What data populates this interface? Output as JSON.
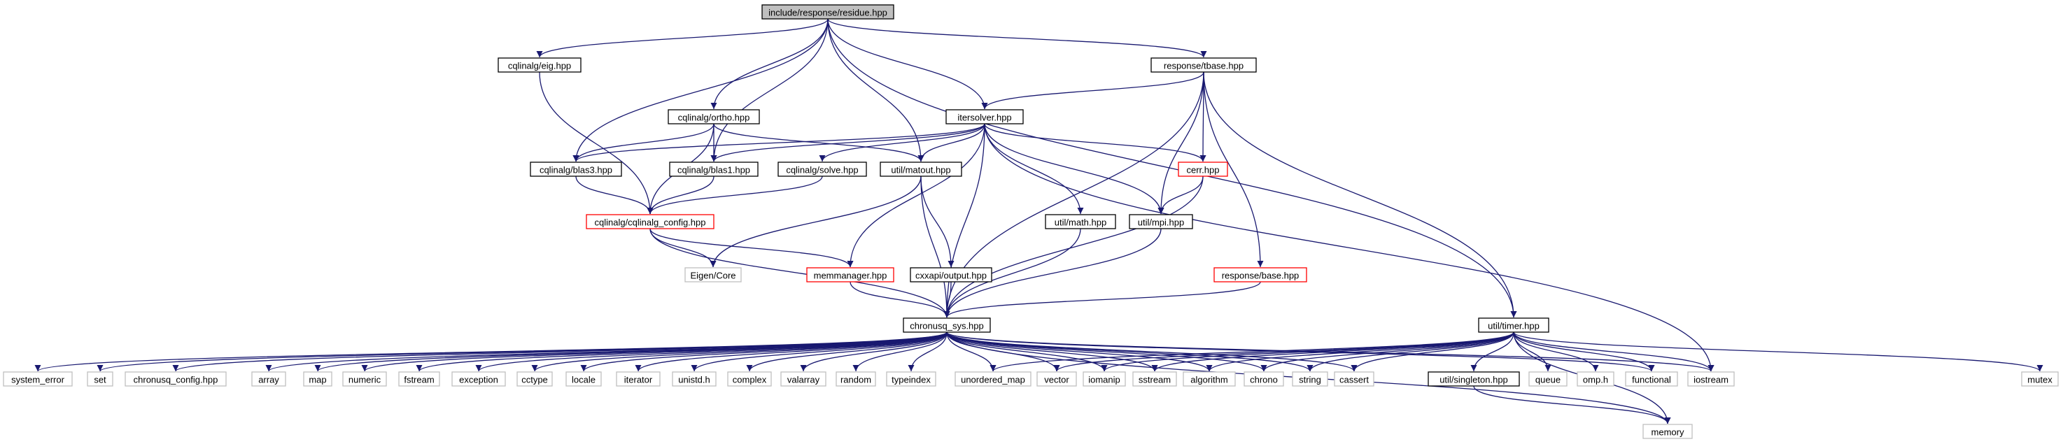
{
  "colors": {
    "edge": "#191970",
    "border_default": "#000000",
    "border_truncated": "#ff0000",
    "border_external": "#bfbfbf",
    "fill_root": "#bfbfbf",
    "fill_default": "#ffffff"
  },
  "nodes": [
    {
      "id": "residue",
      "label": "include/response/residue.hpp",
      "kind": "root"
    },
    {
      "id": "eig",
      "label": "cqlinalg/eig.hpp",
      "kind": "normal"
    },
    {
      "id": "tbase",
      "label": "response/tbase.hpp",
      "kind": "normal"
    },
    {
      "id": "ortho",
      "label": "cqlinalg/ortho.hpp",
      "kind": "normal"
    },
    {
      "id": "itersolver",
      "label": "itersolver.hpp",
      "kind": "normal"
    },
    {
      "id": "blas3",
      "label": "cqlinalg/blas3.hpp",
      "kind": "normal"
    },
    {
      "id": "blas1",
      "label": "cqlinalg/blas1.hpp",
      "kind": "normal"
    },
    {
      "id": "solve",
      "label": "cqlinalg/solve.hpp",
      "kind": "normal"
    },
    {
      "id": "matout",
      "label": "util/matout.hpp",
      "kind": "normal"
    },
    {
      "id": "cerr",
      "label": "cerr.hpp",
      "kind": "truncated"
    },
    {
      "id": "cqconfig",
      "label": "cqlinalg/cqlinalg_config.hpp",
      "kind": "truncated"
    },
    {
      "id": "utilmath",
      "label": "util/math.hpp",
      "kind": "normal"
    },
    {
      "id": "utilmpi",
      "label": "util/mpi.hpp",
      "kind": "normal"
    },
    {
      "id": "eigencore",
      "label": "Eigen/Core",
      "kind": "external"
    },
    {
      "id": "memmanager",
      "label": "memmanager.hpp",
      "kind": "truncated"
    },
    {
      "id": "cxxapi",
      "label": "cxxapi/output.hpp",
      "kind": "normal"
    },
    {
      "id": "respbase",
      "label": "response/base.hpp",
      "kind": "truncated"
    },
    {
      "id": "chronusq",
      "label": "chronusq_sys.hpp",
      "kind": "normal"
    },
    {
      "id": "timer",
      "label": "util/timer.hpp",
      "kind": "normal"
    },
    {
      "id": "system_error",
      "label": "system_error",
      "kind": "external"
    },
    {
      "id": "set",
      "label": "set",
      "kind": "external"
    },
    {
      "id": "cqcfg",
      "label": "chronusq_config.hpp",
      "kind": "external"
    },
    {
      "id": "array",
      "label": "array",
      "kind": "external"
    },
    {
      "id": "map",
      "label": "map",
      "kind": "external"
    },
    {
      "id": "numeric",
      "label": "numeric",
      "kind": "external"
    },
    {
      "id": "fstream",
      "label": "fstream",
      "kind": "external"
    },
    {
      "id": "exception",
      "label": "exception",
      "kind": "external"
    },
    {
      "id": "cctype",
      "label": "cctype",
      "kind": "external"
    },
    {
      "id": "locale",
      "label": "locale",
      "kind": "external"
    },
    {
      "id": "iterator",
      "label": "iterator",
      "kind": "external"
    },
    {
      "id": "unistd",
      "label": "unistd.h",
      "kind": "external"
    },
    {
      "id": "complex",
      "label": "complex",
      "kind": "external"
    },
    {
      "id": "valarray",
      "label": "valarray",
      "kind": "external"
    },
    {
      "id": "random",
      "label": "random",
      "kind": "external"
    },
    {
      "id": "typeindex",
      "label": "typeindex",
      "kind": "external"
    },
    {
      "id": "unordered_map",
      "label": "unordered_map",
      "kind": "external"
    },
    {
      "id": "vector",
      "label": "vector",
      "kind": "external"
    },
    {
      "id": "iomanip",
      "label": "iomanip",
      "kind": "external"
    },
    {
      "id": "sstream",
      "label": "sstream",
      "kind": "external"
    },
    {
      "id": "algorithm",
      "label": "algorithm",
      "kind": "external"
    },
    {
      "id": "chrono",
      "label": "chrono",
      "kind": "external"
    },
    {
      "id": "string",
      "label": "string",
      "kind": "external"
    },
    {
      "id": "cassert",
      "label": "cassert",
      "kind": "external"
    },
    {
      "id": "singleton",
      "label": "util/singleton.hpp",
      "kind": "normal"
    },
    {
      "id": "queue",
      "label": "queue",
      "kind": "external"
    },
    {
      "id": "omp",
      "label": "omp.h",
      "kind": "external"
    },
    {
      "id": "functional",
      "label": "functional",
      "kind": "external"
    },
    {
      "id": "iostream",
      "label": "iostream",
      "kind": "external"
    },
    {
      "id": "mutex",
      "label": "mutex",
      "kind": "external"
    },
    {
      "id": "memory",
      "label": "memory",
      "kind": "external"
    }
  ],
  "edges": [
    [
      "residue",
      "eig"
    ],
    [
      "residue",
      "tbase"
    ],
    [
      "residue",
      "blas3"
    ],
    [
      "residue",
      "ortho"
    ],
    [
      "residue",
      "blas1"
    ],
    [
      "residue",
      "matout"
    ],
    [
      "residue",
      "itersolver"
    ],
    [
      "residue",
      "timer"
    ],
    [
      "eig",
      "cqconfig"
    ],
    [
      "tbase",
      "itersolver"
    ],
    [
      "tbase",
      "cerr"
    ],
    [
      "tbase",
      "utilmpi"
    ],
    [
      "tbase",
      "respbase"
    ],
    [
      "tbase",
      "chronusq"
    ],
    [
      "tbase",
      "timer"
    ],
    [
      "ortho",
      "blas3"
    ],
    [
      "ortho",
      "blas1"
    ],
    [
      "ortho",
      "matout"
    ],
    [
      "ortho",
      "cqconfig"
    ],
    [
      "itersolver",
      "blas3"
    ],
    [
      "itersolver",
      "blas1"
    ],
    [
      "itersolver",
      "solve"
    ],
    [
      "itersolver",
      "matout"
    ],
    [
      "itersolver",
      "cerr"
    ],
    [
      "itersolver",
      "utilmath"
    ],
    [
      "itersolver",
      "utilmpi"
    ],
    [
      "itersolver",
      "memmanager"
    ],
    [
      "itersolver",
      "chronusq"
    ],
    [
      "itersolver",
      "iostream"
    ],
    [
      "blas3",
      "cqconfig"
    ],
    [
      "blas1",
      "cqconfig"
    ],
    [
      "solve",
      "cqconfig"
    ],
    [
      "matout",
      "eigencore"
    ],
    [
      "matout",
      "cxxapi"
    ],
    [
      "matout",
      "chronusq"
    ],
    [
      "cerr",
      "utilmpi"
    ],
    [
      "cerr",
      "chronusq"
    ],
    [
      "cqconfig",
      "eigencore"
    ],
    [
      "cqconfig",
      "memmanager"
    ],
    [
      "cqconfig",
      "chronusq"
    ],
    [
      "utilmath",
      "chronusq"
    ],
    [
      "utilmpi",
      "chronusq"
    ],
    [
      "memmanager",
      "chronusq"
    ],
    [
      "cxxapi",
      "chronusq"
    ],
    [
      "respbase",
      "chronusq"
    ],
    [
      "chronusq",
      "system_error"
    ],
    [
      "chronusq",
      "set"
    ],
    [
      "chronusq",
      "cqcfg"
    ],
    [
      "chronusq",
      "array"
    ],
    [
      "chronusq",
      "map"
    ],
    [
      "chronusq",
      "numeric"
    ],
    [
      "chronusq",
      "fstream"
    ],
    [
      "chronusq",
      "exception"
    ],
    [
      "chronusq",
      "cctype"
    ],
    [
      "chronusq",
      "locale"
    ],
    [
      "chronusq",
      "iterator"
    ],
    [
      "chronusq",
      "unistd"
    ],
    [
      "chronusq",
      "complex"
    ],
    [
      "chronusq",
      "valarray"
    ],
    [
      "chronusq",
      "random"
    ],
    [
      "chronusq",
      "typeindex"
    ],
    [
      "chronusq",
      "unordered_map"
    ],
    [
      "chronusq",
      "vector"
    ],
    [
      "chronusq",
      "iomanip"
    ],
    [
      "chronusq",
      "sstream"
    ],
    [
      "chronusq",
      "algorithm"
    ],
    [
      "chronusq",
      "chrono"
    ],
    [
      "chronusq",
      "string"
    ],
    [
      "chronusq",
      "cassert"
    ],
    [
      "chronusq",
      "memory"
    ],
    [
      "chronusq",
      "functional"
    ],
    [
      "chronusq",
      "iostream"
    ],
    [
      "timer",
      "unordered_map"
    ],
    [
      "timer",
      "vector"
    ],
    [
      "timer",
      "iomanip"
    ],
    [
      "timer",
      "sstream"
    ],
    [
      "timer",
      "algorithm"
    ],
    [
      "timer",
      "chrono"
    ],
    [
      "timer",
      "string"
    ],
    [
      "timer",
      "cassert"
    ],
    [
      "timer",
      "singleton"
    ],
    [
      "timer",
      "queue"
    ],
    [
      "timer",
      "omp"
    ],
    [
      "timer",
      "functional"
    ],
    [
      "timer",
      "iostream"
    ],
    [
      "timer",
      "mutex"
    ],
    [
      "timer",
      "memory"
    ],
    [
      "singleton",
      "memory"
    ]
  ]
}
